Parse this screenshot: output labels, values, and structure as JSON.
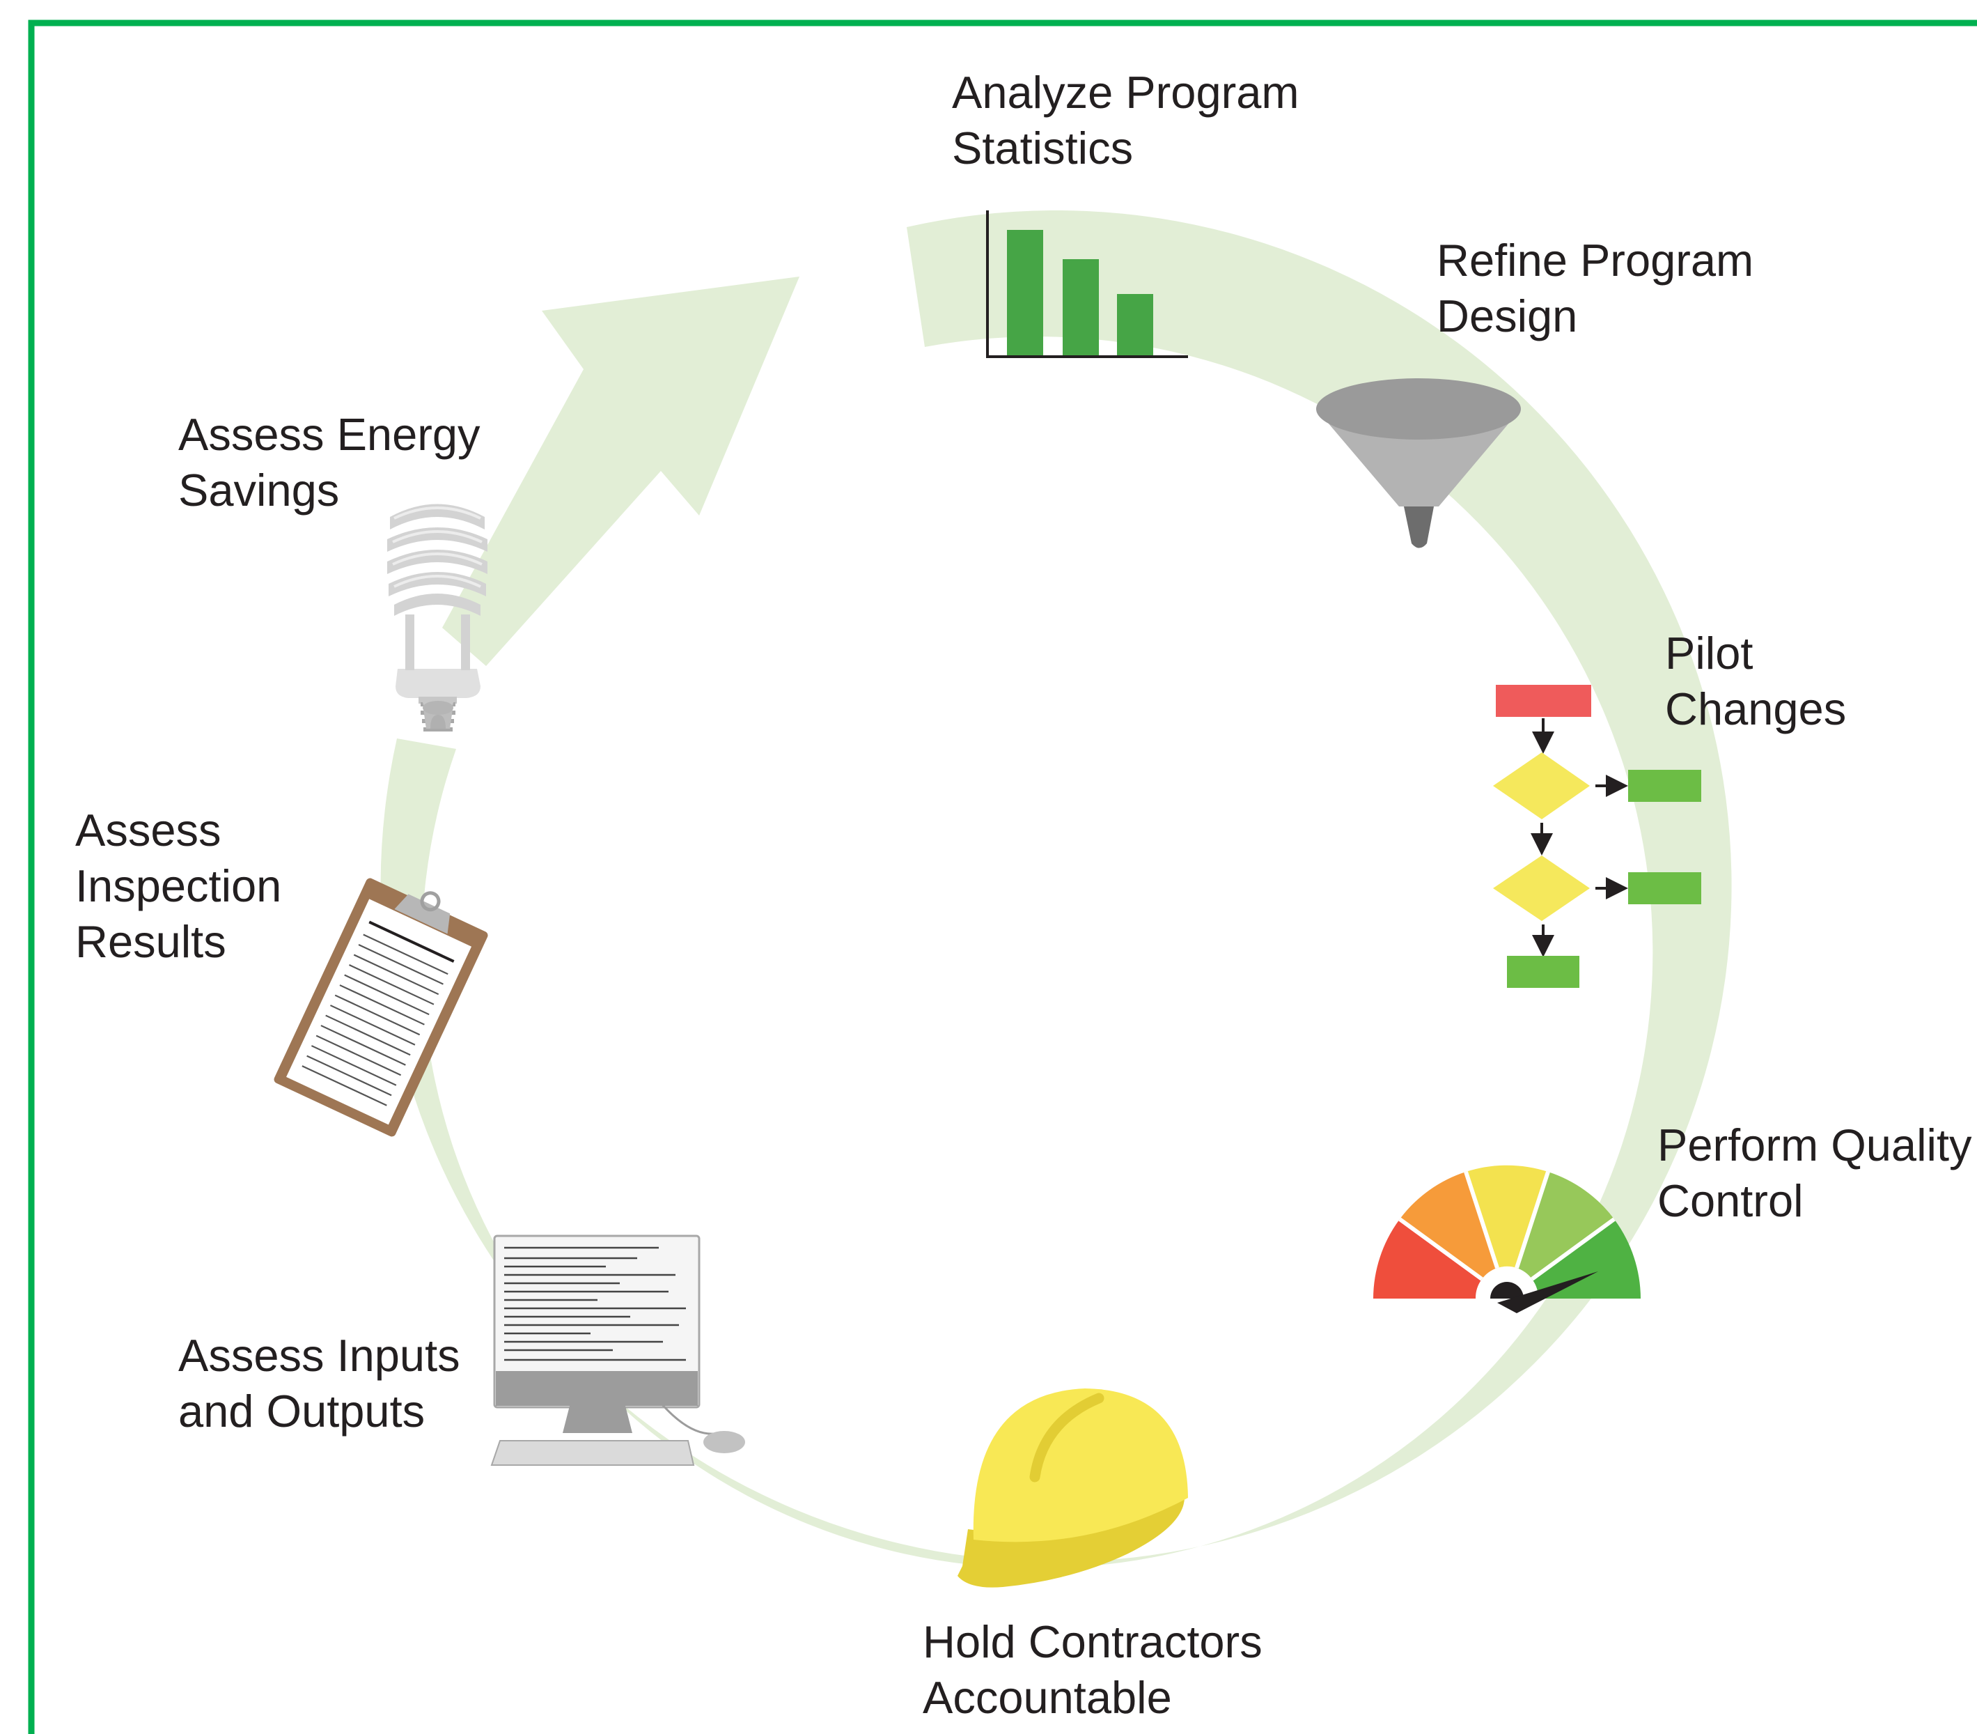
{
  "colors": {
    "frame": "#00b050",
    "cycle_arrow": "#e2eed6",
    "text": "#231f20",
    "bar_green": "#46a546",
    "box_red": "#ef5b5b",
    "box_green": "#6cbd45",
    "diamond_yellow": "#f5e85c",
    "hardhat_yellow": "#f8e855"
  },
  "steps": [
    {
      "line1": "Analyze Program",
      "line2": "Statistics",
      "icon": "bar-chart-icon"
    },
    {
      "line1": "Refine Program",
      "line2": "Design",
      "icon": "funnel-icon"
    },
    {
      "line1": "Pilot",
      "line2": "Changes",
      "icon": "flowchart-icon"
    },
    {
      "line1": "Perform Quality",
      "line2": "Control",
      "icon": "gauge-icon"
    },
    {
      "line1": "Hold Contractors",
      "line2": "Accountable",
      "icon": "hard-hat-icon"
    },
    {
      "line1": "Assess Inputs",
      "line2": "and Outputs",
      "icon": "computer-icon"
    },
    {
      "line1": "Assess",
      "line2": "Inspection",
      "line3": "Results",
      "icon": "clipboard-icon"
    },
    {
      "line1": "Assess Energy",
      "line2": "Savings",
      "icon": "cfl-bulb-icon"
    }
  ]
}
